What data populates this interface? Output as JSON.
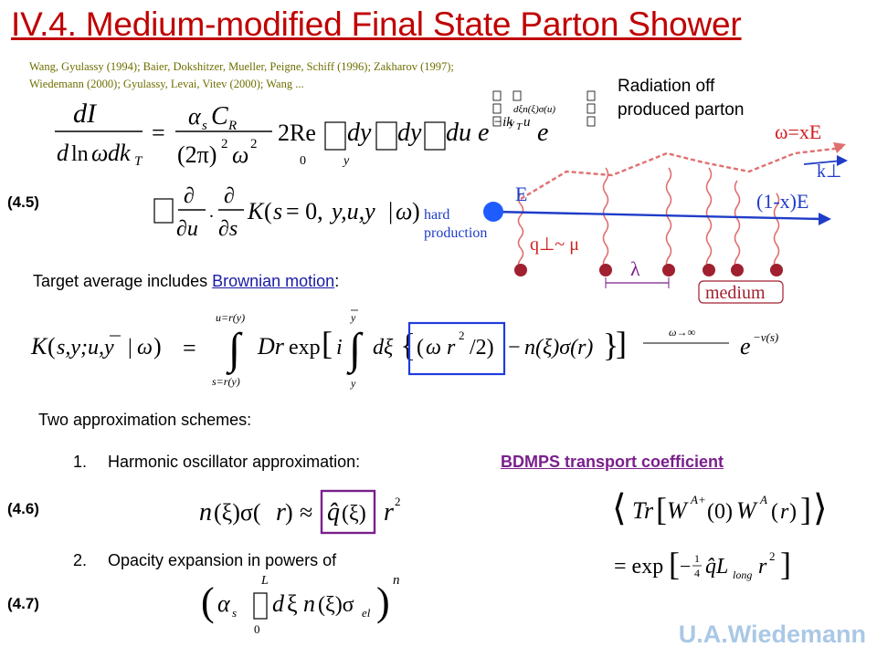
{
  "title": "IV.4. Medium-modified Final State Parton Shower",
  "references": {
    "line1": "Wang, Gyulassy (1994); Baier, Dokshitzer, Mueller, Peigne, Schiff (1996); Zakharov (1997);",
    "line2": "Wiedemann (2000); Gyulassy, Levai, Vitev (2000); Wang ..."
  },
  "note": {
    "line1": "Radiation off",
    "line2": "produced parton"
  },
  "labels": {
    "eq45": "(4.5)",
    "eq46": "(4.6)",
    "eq47": "(4.7)"
  },
  "target": {
    "text": "Target average includes ",
    "link": "Brownian motion",
    "suffix": ":"
  },
  "schemes": {
    "intro": "Two approximation schemes:",
    "item1": {
      "num": "1.",
      "text": "Harmonic oscillator approximation:"
    },
    "bdmps": "BDMPS transport coefficient",
    "item2": {
      "num": "2.",
      "text": "Opacity expansion in powers of"
    }
  },
  "diagram": {
    "omega": "ω=xE",
    "kperp": "k⊥",
    "E": "E",
    "oneminus": "(1-x)E",
    "hard": "hard",
    "production": "production",
    "qperp": "q⊥~ μ",
    "lambda": "λ",
    "medium": "medium",
    "colors": {
      "quark_line": "#1f3cc8",
      "gluon": "#e07070",
      "medium": "#a02030",
      "label": "#d22020"
    }
  },
  "watermark": "U.A.Wiedemann",
  "colors": {
    "title": "#c00000",
    "refs": "#6e6e00",
    "link": "#1a1aa6",
    "bdmps": "#7a1f8c",
    "highlight_blue": "#1f3cdc",
    "highlight_purple": "#7a1f8c"
  }
}
